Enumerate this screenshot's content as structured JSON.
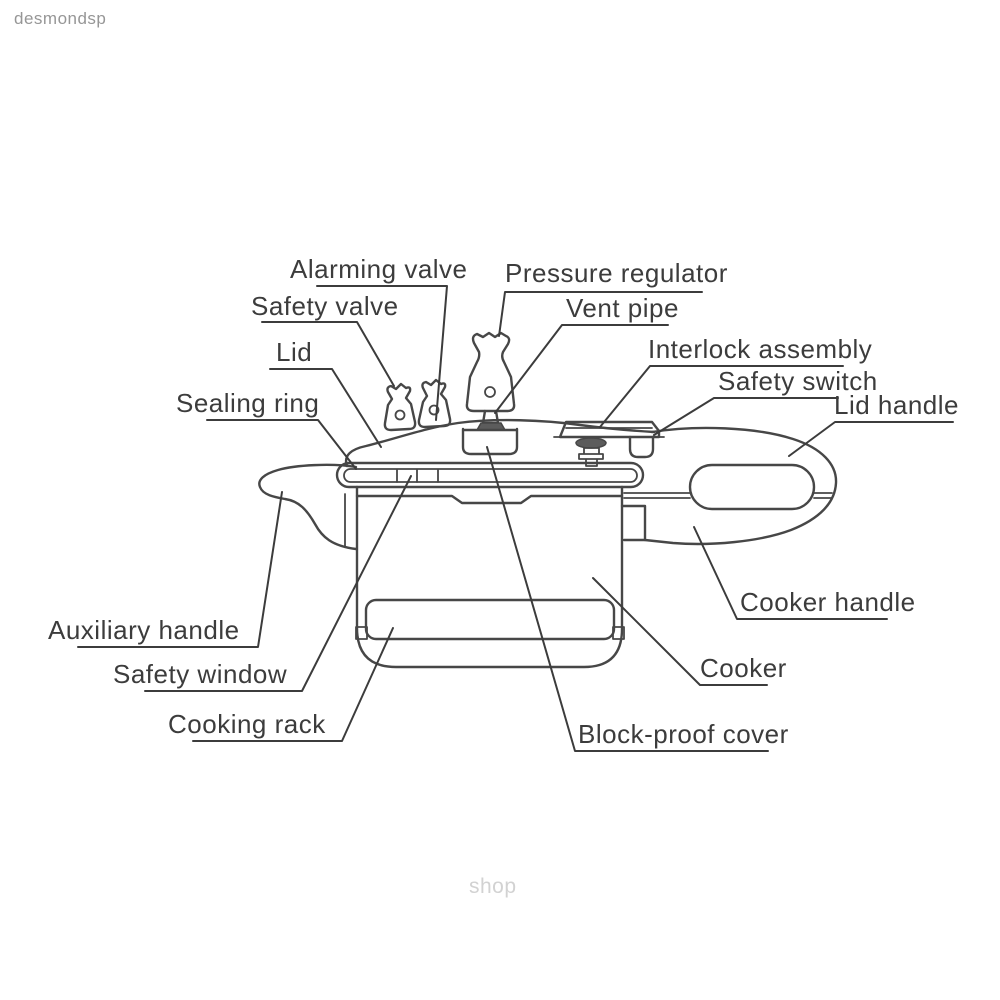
{
  "watermarks": {
    "top_left": "desmondsp",
    "bottom_center": "shop"
  },
  "diagram": {
    "subject": "Pressure cooker parts diagram",
    "labels": {
      "alarming_valve": "Alarming valve",
      "pressure_regulator": "Pressure regulator",
      "safety_valve": "Safety valve",
      "vent_pipe": "Vent pipe",
      "lid": "Lid",
      "sealing_ring": "Sealing ring",
      "interlock_assembly": "Interlock assembly",
      "safety_switch": "Safety switch",
      "lid_handle": "Lid handle",
      "auxiliary_handle": "Auxiliary handle",
      "safety_window": "Safety window",
      "cooking_rack": "Cooking rack",
      "cooker_handle": "Cooker handle",
      "cooker": "Cooker",
      "block_proof_cover": "Block-proof cover"
    }
  },
  "colors": {
    "background": "#ffffff",
    "line_color": "#474747",
    "label_color": "#3c3c3c",
    "dark_fill": "#5c5c5c",
    "watermark_top_color": "#969696",
    "watermark_bottom_color": "#d2d2d2"
  }
}
